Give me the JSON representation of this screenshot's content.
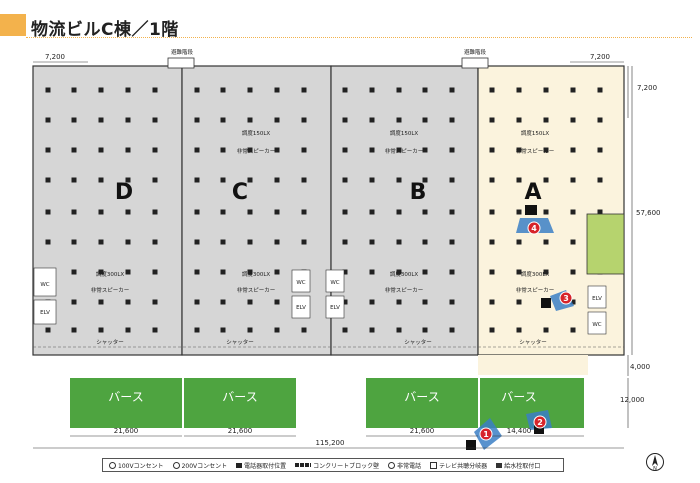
{
  "title": "物流ビルC棟／1階",
  "sections": {
    "a": {
      "letter": "A",
      "fill": "#fbf3dd"
    },
    "b": {
      "letter": "B",
      "fill": "#d6d6d6"
    },
    "c": {
      "letter": "C",
      "fill": "#d6d6d6"
    },
    "d": {
      "letter": "D",
      "fill": "#d6d6d6"
    }
  },
  "colors": {
    "berth": "#4ea440",
    "elev_room": "#b6d36e",
    "marker": "#d7242a",
    "camera_cone": "#3b7fc6"
  },
  "labels": {
    "evacuation_stair": "避難階段",
    "lux_150": "調度150LX",
    "lux_300": "調度300LX",
    "speaker": "非常スピーカー",
    "shutter": "シャッター",
    "wc": "WC",
    "elv": "ELV"
  },
  "dimensions": {
    "left_bay": "7,200",
    "right_bay": "7,200",
    "right_vertical": "7,200",
    "depth": "57,600",
    "apron": "4,000",
    "berth_depth": "12,000",
    "berth_width_1": "21,600",
    "berth_width_2": "21,600",
    "berth_width_3": "21,600",
    "berth_width_4": "14,400",
    "total_width": "115,200"
  },
  "berth_label": "バース",
  "markers": [
    "1",
    "2",
    "3",
    "4"
  ],
  "legend": {
    "l1": "100Vコンセント",
    "l2": "200Vコンセント",
    "l3": "電話器取付位置",
    "l4": "コンクリートブロック壁",
    "l5": "非常電話",
    "l6": "テレビ共聴分岐器",
    "l7": "給水栓取付口"
  },
  "north_label": "N"
}
